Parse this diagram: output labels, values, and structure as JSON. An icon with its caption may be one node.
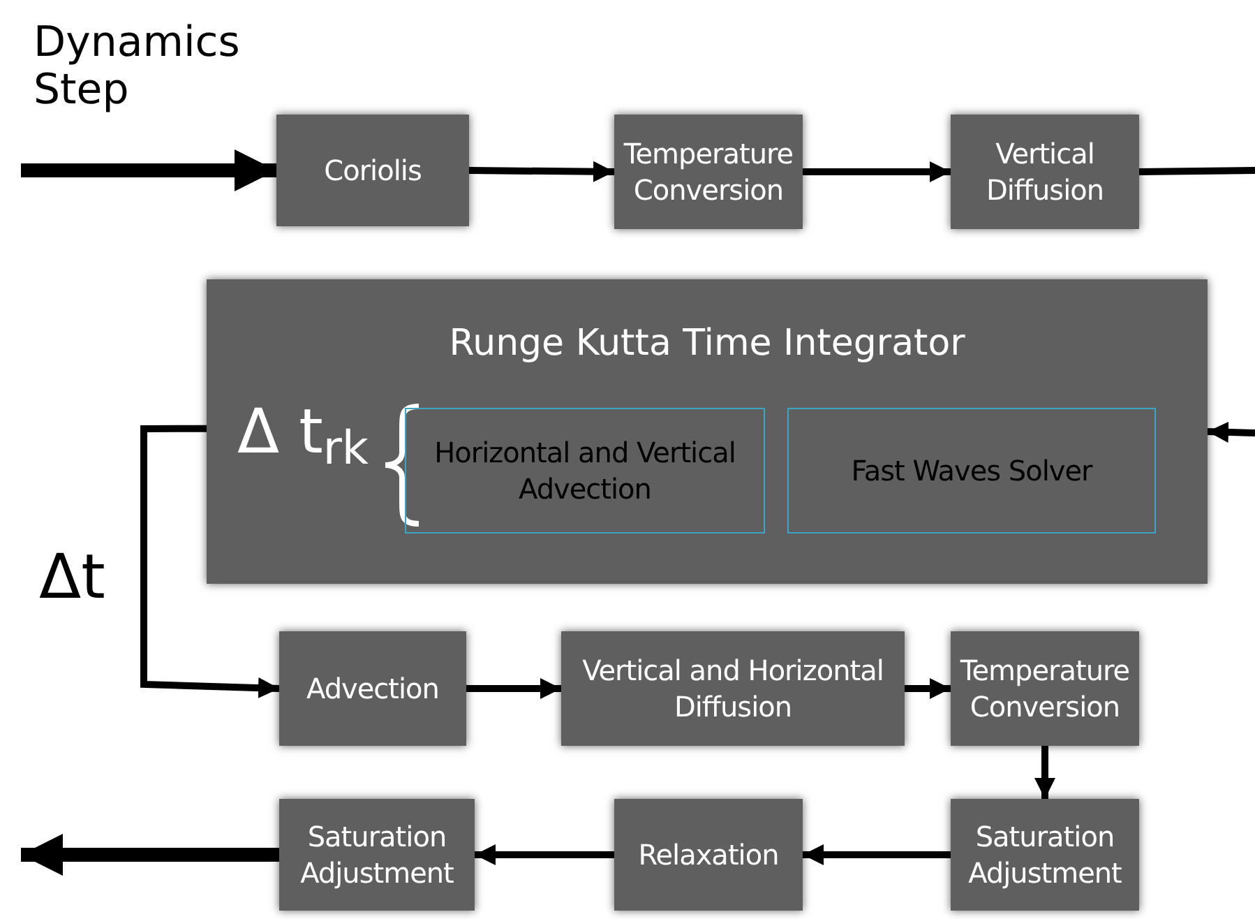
{
  "diagram": {
    "nodes": [
      {
        "text": [
          "Coriolis"
        ]
      },
      {
        "text": [
          "Temperature Conversion"
        ]
      },
      {
        "text": [
          "Vertical Diffusion"
        ]
      },
      {
        "text": [
          "Runge Kutta Time Integrator",
          "Δ t$_{rk}$"
        ]
      },
      {
        "text": [
          "Horizontal and Vertical Advection"
        ],
        "in": 3
      },
      {
        "text": [
          "Fast Waves Solver"
        ],
        "in": 3
      },
      {
        "text": [
          "Advection"
        ]
      },
      {
        "text": [
          "Vertical and Horizontal Diffusion"
        ]
      },
      {
        "text": [
          "Temperature Conversion"
        ]
      },
      {
        "text": [
          "Saturation Adjustment"
        ]
      },
      {
        "text": [
          "Relaxation"
        ]
      },
      {
        "text": [
          "Saturation Adjustment"
        ]
      }
    ],
    "edges": [
      {
        "from": null,
        "to": 0,
        "arrow": "to",
        "label": "Dynamics Step",
        "style": "thick"
      },
      {
        "from": 0,
        "to": 1,
        "arrow": "to"
      },
      {
        "from": 1,
        "to": 2,
        "arrow": "to"
      },
      {
        "from": 2,
        "to": null,
        "arrow": "none"
      },
      {
        "from": null,
        "to": 3,
        "arrow": "to"
      },
      {
        "from": 3,
        "to": 6,
        "arrow": "to",
        "label": "Δt"
      },
      {
        "from": 6,
        "to": 7,
        "arrow": "to"
      },
      {
        "from": 7,
        "to": 8,
        "arrow": "to"
      },
      {
        "from": 8,
        "to": 9,
        "arrow": "to"
      },
      {
        "from": 9,
        "to": 10,
        "arrow": "to"
      },
      {
        "from": 10,
        "to": 11,
        "arrow": "to"
      },
      {
        "from": 11,
        "to": null,
        "arrow": "to",
        "style": "thick"
      }
    ]
  }
}
